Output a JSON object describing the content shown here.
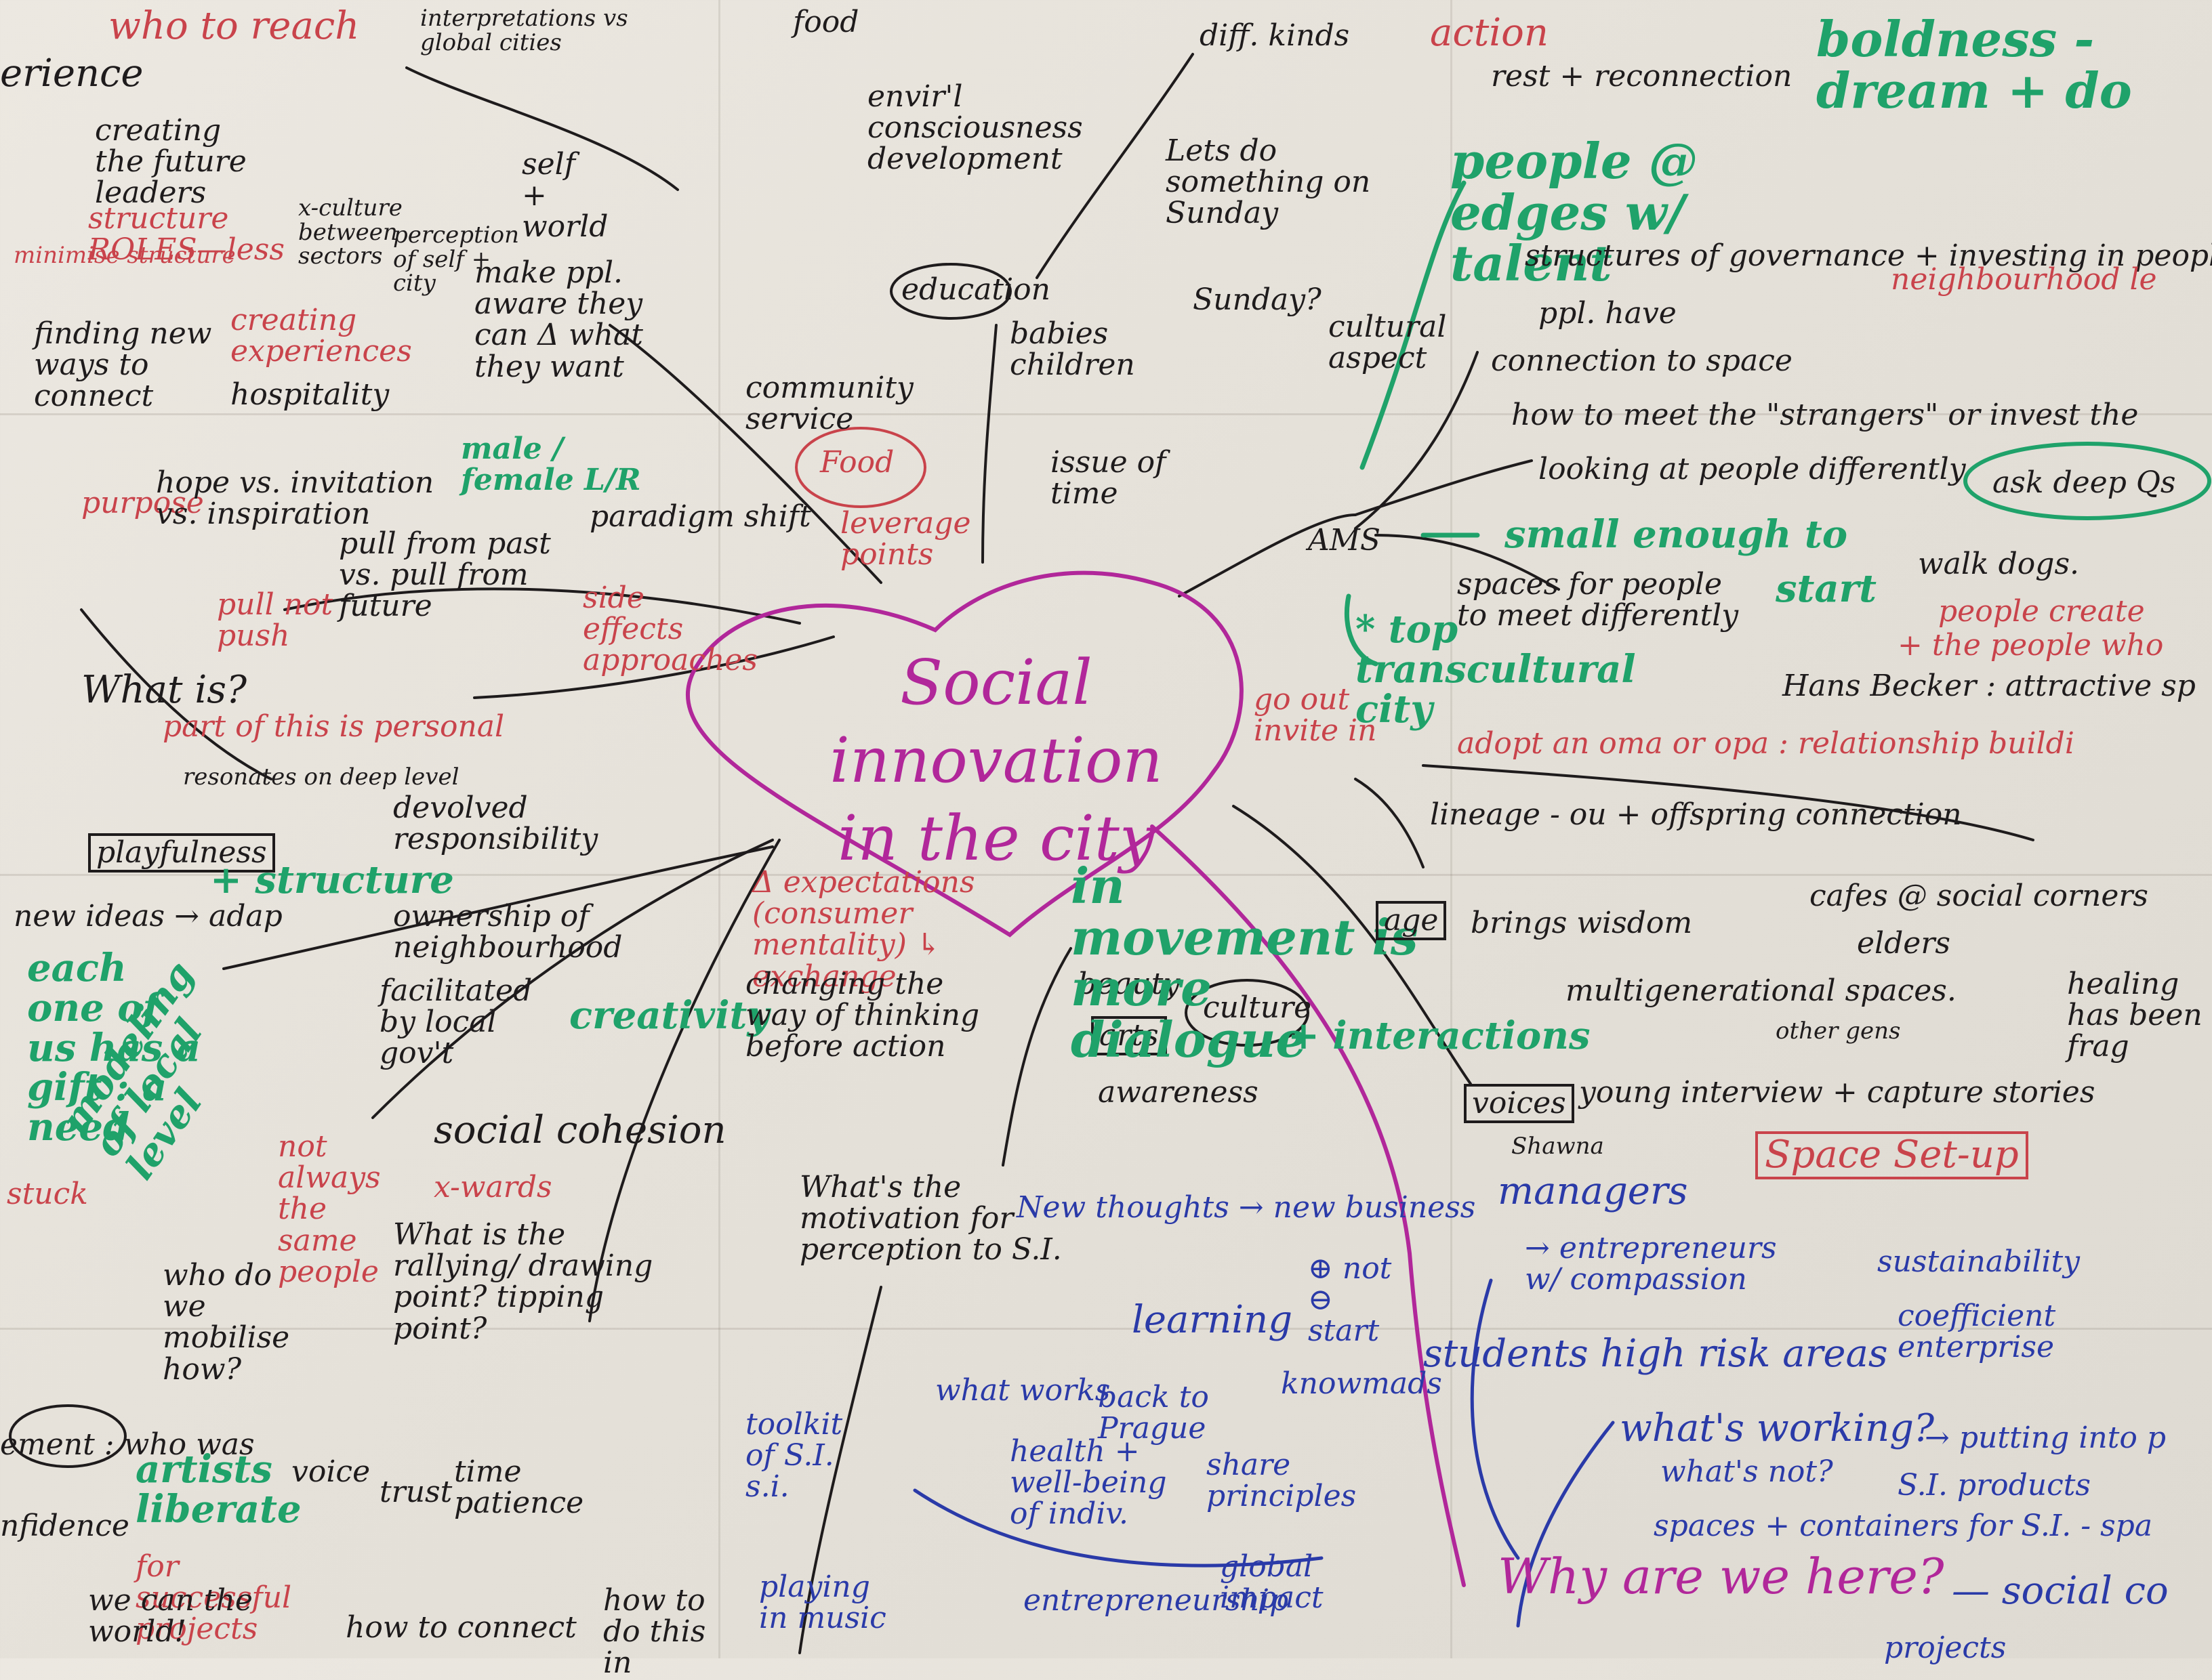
{
  "center": {
    "line1": "Social innovation",
    "line2": "in the city"
  },
  "notes": [
    {
      "id": "who-to-reach",
      "text": "who to reach",
      "color": "red"
    },
    {
      "id": "perience",
      "text": "erience",
      "color": "blk"
    },
    {
      "id": "creating-future-leaders",
      "text": "creating the future leaders",
      "color": "blk"
    },
    {
      "id": "structure-roles",
      "text": "structure ROLES—less",
      "color": "red"
    },
    {
      "id": "reduce-structure",
      "text": "minimise structure",
      "color": "red"
    },
    {
      "id": "x-culture",
      "text": "x-culture between sectors",
      "color": "blk"
    },
    {
      "id": "interpretations",
      "text": "interpretations vs global cities",
      "color": "blk"
    },
    {
      "id": "self-world",
      "text": "self + world",
      "color": "blk"
    },
    {
      "id": "perception-self-city",
      "text": "perception of self + city",
      "color": "blk"
    },
    {
      "id": "make-ppl-aware",
      "text": "make ppl. aware they can Δ what they want",
      "color": "blk"
    },
    {
      "id": "food",
      "text": "food",
      "color": "blk"
    },
    {
      "id": "envir-consciousness",
      "text": "envir'l consciousness development",
      "color": "blk"
    },
    {
      "id": "education",
      "text": "education",
      "color": "blk"
    },
    {
      "id": "diff-kinds",
      "text": "diff. kinds",
      "color": "blk"
    },
    {
      "id": "action",
      "text": "action",
      "color": "red"
    },
    {
      "id": "rest-reconnection",
      "text": "rest + reconnection",
      "color": "blk"
    },
    {
      "id": "lets-do-something",
      "text": "Lets do something on Sunday",
      "color": "blk"
    },
    {
      "id": "sunday",
      "text": "Sunday?",
      "color": "blk"
    },
    {
      "id": "people-edges-talent",
      "text": "people @ edges w/ talent",
      "color": "grn"
    },
    {
      "id": "boldness",
      "text": "boldness - dream + do",
      "color": "grn"
    },
    {
      "id": "structures-governance",
      "text": "structures of governance + investing in people",
      "color": "blk"
    },
    {
      "id": "neighbourhood",
      "text": "neighbourhood le",
      "color": "red"
    },
    {
      "id": "ppl-have",
      "text": "ppl. have",
      "color": "blk"
    },
    {
      "id": "connection-to-space",
      "text": "connection to space",
      "color": "blk"
    },
    {
      "id": "cultural-aspect",
      "text": "cultural aspect",
      "color": "blk"
    },
    {
      "id": "how-to-meet-strangers",
      "text": "how to meet the \"strangers\" or invest the",
      "color": "blk"
    },
    {
      "id": "looking-at-people",
      "text": "looking at people differently",
      "color": "blk"
    },
    {
      "id": "ask-deep-qs",
      "text": "ask deep Qs",
      "color": "blk"
    },
    {
      "id": "small-enough",
      "text": "small enough to",
      "color": "grn"
    },
    {
      "id": "start",
      "text": "start",
      "color": "grn"
    },
    {
      "id": "walk-dogs",
      "text": "walk dogs.",
      "color": "blk"
    },
    {
      "id": "people-create",
      "text": "people create",
      "color": "red"
    },
    {
      "id": "the-people-who",
      "text": "+ the people who",
      "color": "red"
    },
    {
      "id": "spaces-for-people",
      "text": "spaces for people to meet differently",
      "color": "blk"
    },
    {
      "id": "transcultural-city",
      "text": "* top transcultural city",
      "color": "grn"
    },
    {
      "id": "hans-becker",
      "text": "Hans Becker : attractive sp",
      "color": "blk"
    },
    {
      "id": "go-out-invite-in",
      "text": "go out invite in",
      "color": "red"
    },
    {
      "id": "adopt-oma-opa",
      "text": "adopt an oma or opa : relationship buildi",
      "color": "red"
    },
    {
      "id": "lineage",
      "text": "lineage - ou + offspring connection",
      "color": "blk"
    },
    {
      "id": "finding-new-ways",
      "text": "finding new ways to connect",
      "color": "blk"
    },
    {
      "id": "creating-experiences",
      "text": "creating experiences",
      "color": "red"
    },
    {
      "id": "hospitality",
      "text": "hospitality",
      "color": "blk"
    },
    {
      "id": "purpose",
      "text": "purpose",
      "color": "red"
    },
    {
      "id": "hope-vs-inspiration",
      "text": "hope vs. invitation vs. inspiration",
      "color": "blk"
    },
    {
      "id": "pull-from-past",
      "text": "pull from past vs. pull from future",
      "color": "blk"
    },
    {
      "id": "male-female",
      "text": "male / female L/R",
      "color": "grn"
    },
    {
      "id": "paradigm-shift",
      "text": "paradigm shift",
      "color": "blk"
    },
    {
      "id": "community-service",
      "text": "community service",
      "color": "blk"
    },
    {
      "id": "food-circle",
      "text": "Food",
      "color": "red"
    },
    {
      "id": "leverage-points",
      "text": "leverage points",
      "color": "red"
    },
    {
      "id": "babies-children",
      "text": "babies children",
      "color": "blk"
    },
    {
      "id": "issue-of-time",
      "text": "issue of time",
      "color": "blk"
    },
    {
      "id": "ams",
      "text": "AMS",
      "color": "blk"
    },
    {
      "id": "pull-not-push",
      "text": "pull not push",
      "color": "red"
    },
    {
      "id": "side-effects",
      "text": "side effects approaches",
      "color": "red"
    },
    {
      "id": "what-is",
      "text": "What is?",
      "color": "blk"
    },
    {
      "id": "part-personal",
      "text": "part of this is personal",
      "color": "red"
    },
    {
      "id": "resonates",
      "text": "resonates on deep level",
      "color": "blk"
    },
    {
      "id": "devolved",
      "text": "devolved responsibility",
      "color": "blk"
    },
    {
      "id": "playfulness",
      "text": "playfulness",
      "color": "blk"
    },
    {
      "id": "structure",
      "text": "+ structure",
      "color": "grn"
    },
    {
      "id": "new-ideas",
      "text": "new ideas → adap",
      "color": "blk"
    },
    {
      "id": "each-one",
      "text": "each one of us has a gift : a need",
      "color": "grn"
    },
    {
      "id": "ownership",
      "text": "ownership of neighbourhood",
      "color": "blk"
    },
    {
      "id": "facilitated",
      "text": "facilitated by local gov't",
      "color": "blk"
    },
    {
      "id": "creativity",
      "text": "creativity",
      "color": "grn"
    },
    {
      "id": "expectations",
      "text": "Δ expectations (consumer mentality) ↳ exchange",
      "color": "red"
    },
    {
      "id": "changing-way",
      "text": "changing the way of thinking before action",
      "color": "blk"
    },
    {
      "id": "beauty",
      "text": "beauty",
      "color": "blk"
    },
    {
      "id": "arts",
      "text": "arts",
      "color": "blk"
    },
    {
      "id": "culture",
      "text": "culture",
      "color": "blk"
    },
    {
      "id": "awareness",
      "text": "awareness",
      "color": "blk"
    },
    {
      "id": "movement-dialogue",
      "text": "in movement is more dialogue",
      "color": "grn"
    },
    {
      "id": "interactions",
      "text": "+ interactions",
      "color": "grn"
    },
    {
      "id": "age-wisdom",
      "text": "brings wisdom",
      "color": "blk"
    },
    {
      "id": "age",
      "text": "age",
      "color": "blk"
    },
    {
      "id": "cafes-social",
      "text": "cafes @ social corners",
      "color": "blk"
    },
    {
      "id": "elders",
      "text": "elders",
      "color": "blk"
    },
    {
      "id": "multigenerational",
      "text": "multigenerational spaces.",
      "color": "blk"
    },
    {
      "id": "other-gens",
      "text": "other gens",
      "color": "blk"
    },
    {
      "id": "healing",
      "text": "healing has been frag",
      "color": "blk"
    },
    {
      "id": "voices",
      "text": "voices",
      "color": "blk"
    },
    {
      "id": "young-interview",
      "text": "young interview + capture stories",
      "color": "blk"
    },
    {
      "id": "shawna",
      "text": "Shawna",
      "color": "blk"
    },
    {
      "id": "space-setup",
      "text": "Space Set-up",
      "color": "red"
    },
    {
      "id": "social-cohesion",
      "text": "social cohesion",
      "color": "blk"
    },
    {
      "id": "xwards",
      "text": "x-wards",
      "color": "red"
    },
    {
      "id": "not-always-same",
      "text": "not always the same people",
      "color": "red"
    },
    {
      "id": "rallying-point",
      "text": "What is the rallying/ drawing point? tipping point?",
      "color": "blk"
    },
    {
      "id": "motivation",
      "text": "What's the motivation for perception to S.I.",
      "color": "blk"
    },
    {
      "id": "modeling-local",
      "text": "modeling of local level",
      "color": "grn"
    },
    {
      "id": "who-do-we-mobilise",
      "text": "who do we mobilise how?",
      "color": "blk"
    },
    {
      "id": "voice",
      "text": "voice",
      "color": "blk"
    },
    {
      "id": "trust",
      "text": "trust",
      "color": "blk"
    },
    {
      "id": "time-patience",
      "text": "time patience",
      "color": "blk"
    },
    {
      "id": "stuck",
      "text": "stuck",
      "color": "red"
    },
    {
      "id": "ment-who",
      "text": "ement : who was",
      "color": "blk"
    },
    {
      "id": "nfidence",
      "text": "nfidence",
      "color": "blk"
    },
    {
      "id": "artists-liberate",
      "text": "artists liberate",
      "color": "grn"
    },
    {
      "id": "for-successful",
      "text": "for successful projects",
      "color": "red"
    },
    {
      "id": "we-can-the-world",
      "text": "we can the world!",
      "color": "blk"
    },
    {
      "id": "how-to-connect",
      "text": "how to connect",
      "color": "blk"
    },
    {
      "id": "how-to-do-this",
      "text": "how to do this in",
      "color": "blk"
    },
    {
      "id": "new-thoughts",
      "text": "New thoughts → new business",
      "color": "blu"
    },
    {
      "id": "learning",
      "text": "learning",
      "color": "blu"
    },
    {
      "id": "plus-not",
      "text": "⊕ not ⊖ start",
      "color": "blu"
    },
    {
      "id": "managers",
      "text": "managers",
      "color": "blu"
    },
    {
      "id": "entrepreneurs",
      "text": "→ entrepreneurs w/ compassion",
      "color": "blu"
    },
    {
      "id": "sustainability",
      "text": "sustainability",
      "color": "blu"
    },
    {
      "id": "coefficient",
      "text": "coefficient enterprise",
      "color": "blu"
    },
    {
      "id": "students-highrisk",
      "text": "students high risk areas",
      "color": "blu"
    },
    {
      "id": "knowmads",
      "text": "knowmads",
      "color": "blu"
    },
    {
      "id": "back-to-prague",
      "text": "back to Prague",
      "color": "blu"
    },
    {
      "id": "what-works",
      "text": "what works",
      "color": "blu"
    },
    {
      "id": "toolkit-si",
      "text": "toolkit of S.I. s.i.",
      "color": "blu"
    },
    {
      "id": "health",
      "text": "health + well-being of indiv.",
      "color": "blu"
    },
    {
      "id": "share-principles",
      "text": "share principles",
      "color": "blu"
    },
    {
      "id": "whats-working",
      "text": "what's working?",
      "color": "blu"
    },
    {
      "id": "whats-not",
      "text": "what's not?",
      "color": "blu"
    },
    {
      "id": "putting-into",
      "text": "→ putting into p",
      "color": "blu"
    },
    {
      "id": "si-products",
      "text": "S.I. products",
      "color": "blu"
    },
    {
      "id": "spaces-containers",
      "text": "spaces + containers for S.I. - spa",
      "color": "blu"
    },
    {
      "id": "global-impact",
      "text": "global impact",
      "color": "blu"
    },
    {
      "id": "entrepreneurship",
      "text": "entrepreneurship",
      "color": "blu"
    },
    {
      "id": "playing-music",
      "text": "playing in music",
      "color": "blu"
    },
    {
      "id": "why-are-we-here",
      "text": "Why are we here?",
      "color": "pur"
    },
    {
      "id": "social-co",
      "text": "— social co",
      "color": "blu"
    },
    {
      "id": "projects",
      "text": "projects",
      "color": "blu"
    }
  ],
  "colors": {
    "black": "#1e1b1c",
    "red": "#c9434b",
    "green": "#1fa26a",
    "blue": "#2a3aa8",
    "purple": "#b1279a",
    "paper": "#e8e4dd"
  }
}
